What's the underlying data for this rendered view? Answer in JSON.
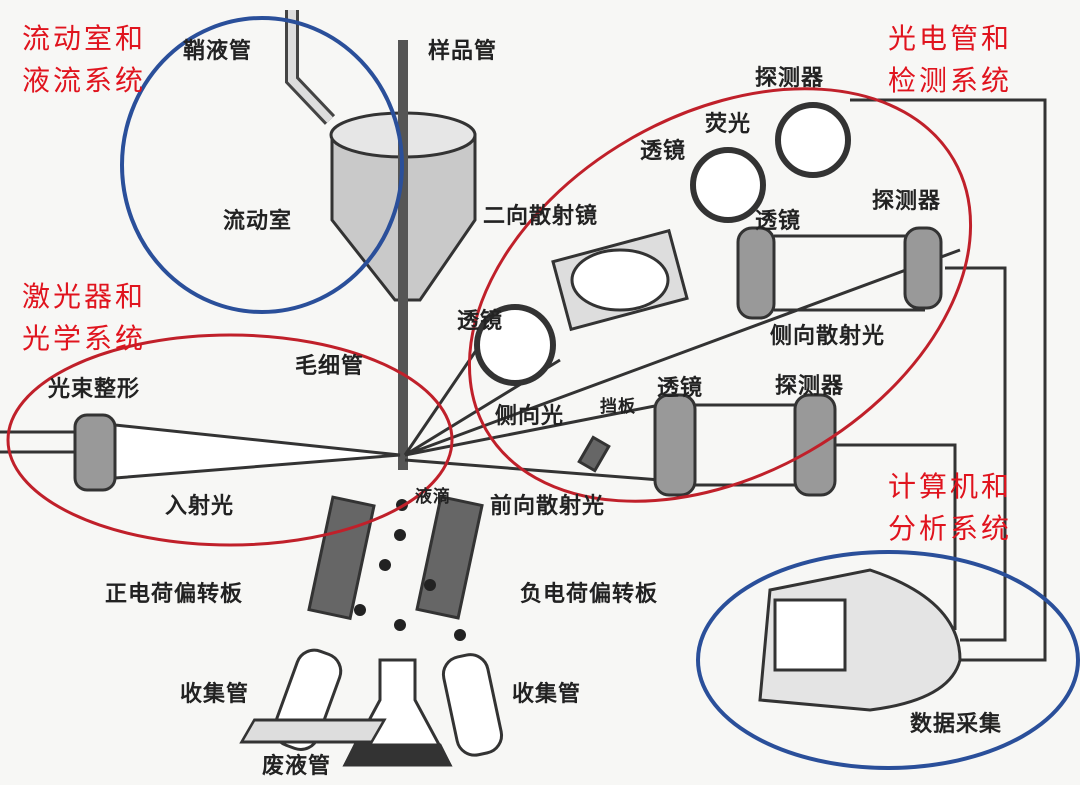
{
  "groups": {
    "flow_chamber_system": [
      "流动室和",
      "液流系统"
    ],
    "photoelectric_system": [
      "光电管和",
      "检测系统"
    ],
    "laser_optical_system": [
      "激光器和",
      "光学系统"
    ],
    "computer_system": [
      "计算机和",
      "分析系统"
    ]
  },
  "labels": {
    "sheath_tube": "鞘液管",
    "sample_tube": "样品管",
    "flow_chamber": "流动室",
    "detector_fluor": "探测器",
    "fluorescence": "荧光",
    "lens_fluor": "透镜",
    "detector_side": "探测器",
    "lens_side": "透镜",
    "dichroic_mirror": "二向散射镜",
    "lens_main": "透镜",
    "side_scatter": "侧向散射光",
    "capillary": "毛细管",
    "beam_shaping": "光束整形",
    "side_light": "侧向光",
    "baffle": "挡板",
    "lens_forward": "透镜",
    "detector_forward": "探测器",
    "droplet": "液滴",
    "incident_light": "入射光",
    "forward_scatter": "前向散射光",
    "positive_plate": "正电荷偏转板",
    "negative_plate": "负电荷偏转板",
    "collect_left": "收集管",
    "collect_right": "收集管",
    "waste_tube": "废液管",
    "data_acquisition": "数据采集"
  },
  "colors": {
    "red_outline": "#c0202a",
    "blue_outline": "#2a4f9a",
    "group_text": "#e0141e"
  }
}
